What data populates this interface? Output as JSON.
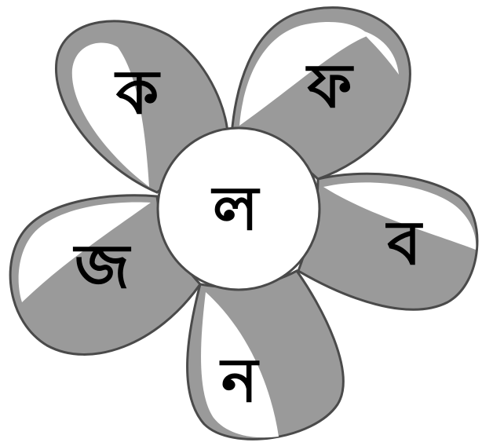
{
  "flower": {
    "center_letter": "ল",
    "petals": [
      {
        "id": "top-left",
        "letter": "ক"
      },
      {
        "id": "top-right",
        "letter": "ফ"
      },
      {
        "id": "right",
        "letter": "ব"
      },
      {
        "id": "bottom",
        "letter": "ন"
      },
      {
        "id": "left",
        "letter": "জ"
      }
    ]
  },
  "colors": {
    "petal_fill": "#9a9a9a",
    "petal_shine": "#ffffff",
    "outline": "#4a4a4a",
    "text": "#000000"
  }
}
